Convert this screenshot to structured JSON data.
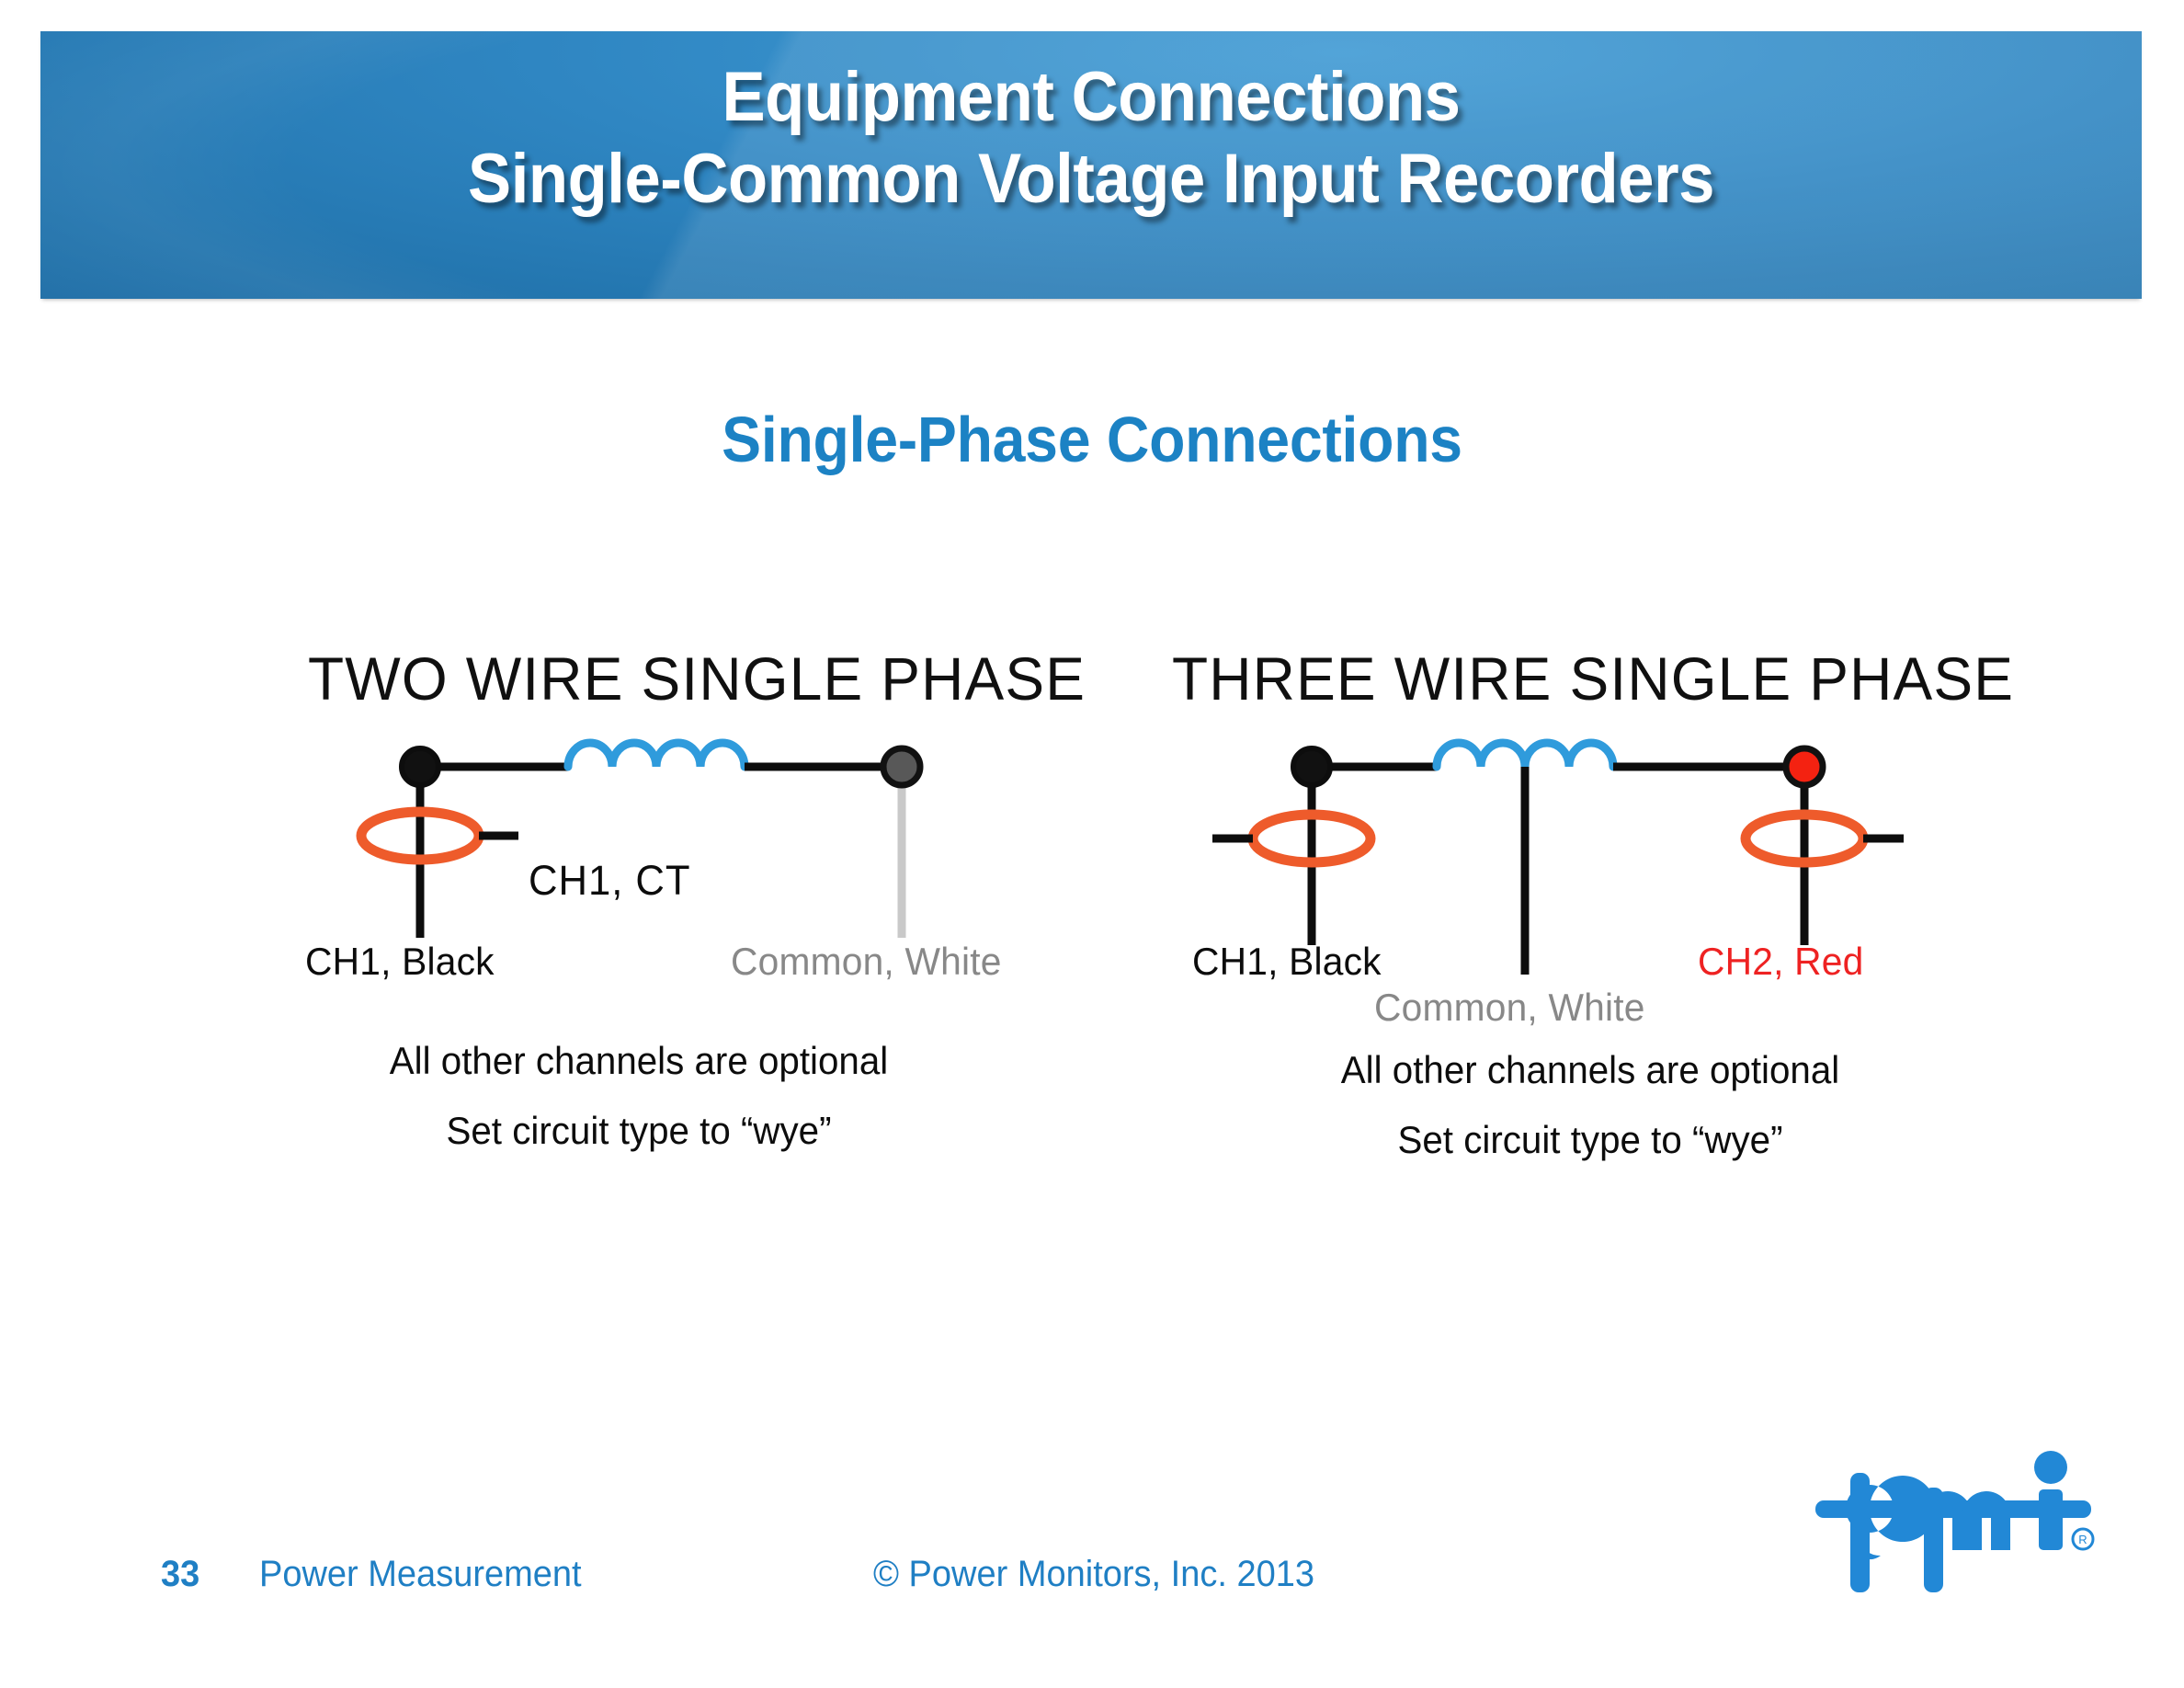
{
  "slide": {
    "background_color": "#ffffff",
    "header": {
      "background_color": "#2274ad",
      "title_line_1": "Equipment Connections",
      "title_line_2": "Single-Common Voltage Input Recorders",
      "title_color": "#ffffff"
    },
    "section_subtitle": {
      "text": "Single-Phase Connections",
      "color": "#1c82c4"
    },
    "diagrams": [
      {
        "id": "two-wire-single-phase",
        "title": "TWO WIRE SINGLE PHASE",
        "terminals": [
          {
            "name": "ch1",
            "label": "CH1, Black",
            "label_color": "#0c0c0c",
            "dot_color": "#111111"
          },
          {
            "name": "common",
            "label": "Common, White",
            "label_color": "#888888",
            "dot_color": "#585858"
          }
        ],
        "ct_label": "CH1, CT",
        "ct_color": "#ee5b2b",
        "coil_color": "#2f9bdc",
        "notes": [
          "All other channels are optional",
          "Set circuit type to “wye”"
        ]
      },
      {
        "id": "three-wire-single-phase",
        "title": "THREE WIRE SINGLE PHASE",
        "terminals": [
          {
            "name": "ch1",
            "label": "CH1, Black",
            "label_color": "#0c0c0c",
            "dot_color": "#111111"
          },
          {
            "name": "common",
            "label": "Common, White",
            "label_color": "#888888",
            "dot_color": "#111111"
          },
          {
            "name": "ch2",
            "label": "CH2, Red",
            "label_color": "#ee2222",
            "dot_color": "#f42211"
          }
        ],
        "ct_label": "",
        "ct_color": "#ee5b2b",
        "coil_color": "#2f9bdc",
        "notes": [
          "All other channels are optional",
          "Set circuit type to “wye”"
        ]
      }
    ],
    "footer": {
      "page_number": "33",
      "deck_name": "Power Measurement",
      "copyright": "© Power Monitors, Inc. 2013",
      "color": "#1f7fc4"
    },
    "logo": {
      "name": "pmi-logo",
      "alt_text": "pmi",
      "color": "#2288d6",
      "trademark": "®"
    }
  }
}
